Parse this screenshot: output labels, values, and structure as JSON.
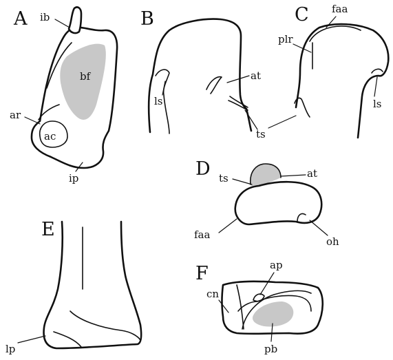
{
  "colors": {
    "ink": "#111111",
    "shading": "#c8c8c8",
    "background": "#ffffff"
  },
  "panels": {
    "A": {
      "letter": "A",
      "labels": {
        "ib": "ib",
        "bf": "bf",
        "ar": "ar",
        "ac": "ac",
        "ip": "ip"
      }
    },
    "B": {
      "letter": "B",
      "labels": {
        "at": "at",
        "ls": "ls",
        "ts": "ts"
      }
    },
    "C": {
      "letter": "C",
      "labels": {
        "faa": "faa",
        "plr": "plr",
        "ls": "ls"
      }
    },
    "D": {
      "letter": "D",
      "labels": {
        "ts": "ts",
        "at": "at",
        "faa": "faa",
        "oh": "oh"
      }
    },
    "E": {
      "letter": "E",
      "labels": {
        "lp": "lp"
      }
    },
    "F": {
      "letter": "F",
      "labels": {
        "ap": "ap",
        "cn": "cn",
        "pb": "pb"
      }
    }
  }
}
